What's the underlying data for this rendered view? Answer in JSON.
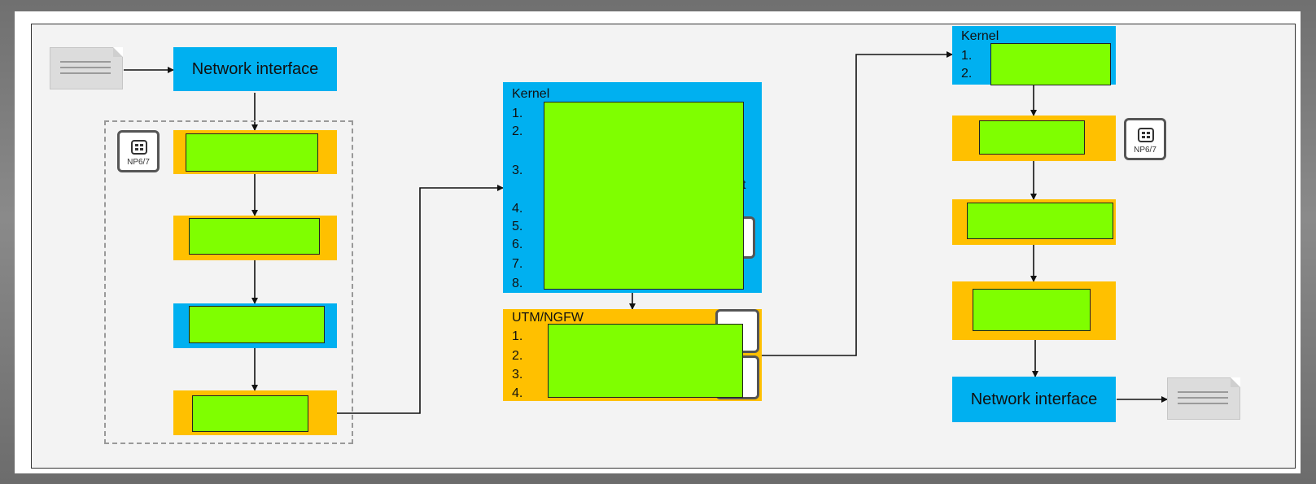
{
  "nodes": {
    "input_interface": "Network interface",
    "output_interface": "Network interface",
    "kernel_left": {
      "title": "Kernel",
      "numbers": [
        "1.",
        "2.",
        "3.",
        "4.",
        "5.",
        "6.",
        "7.",
        "8."
      ]
    },
    "utm": {
      "title": "UTM/NGFW",
      "numbers": [
        "1.",
        "2.",
        "3.",
        "4."
      ]
    },
    "kernel_right": {
      "title": "Kernel",
      "numbers": [
        "1.",
        "2."
      ]
    }
  },
  "chips": {
    "np_left": "NP6/7",
    "np_right": "NP6/7"
  },
  "colors": {
    "interface_blue": "#00b0f0",
    "stage_orange": "#ffc000",
    "redaction_green": "#7fff00"
  }
}
